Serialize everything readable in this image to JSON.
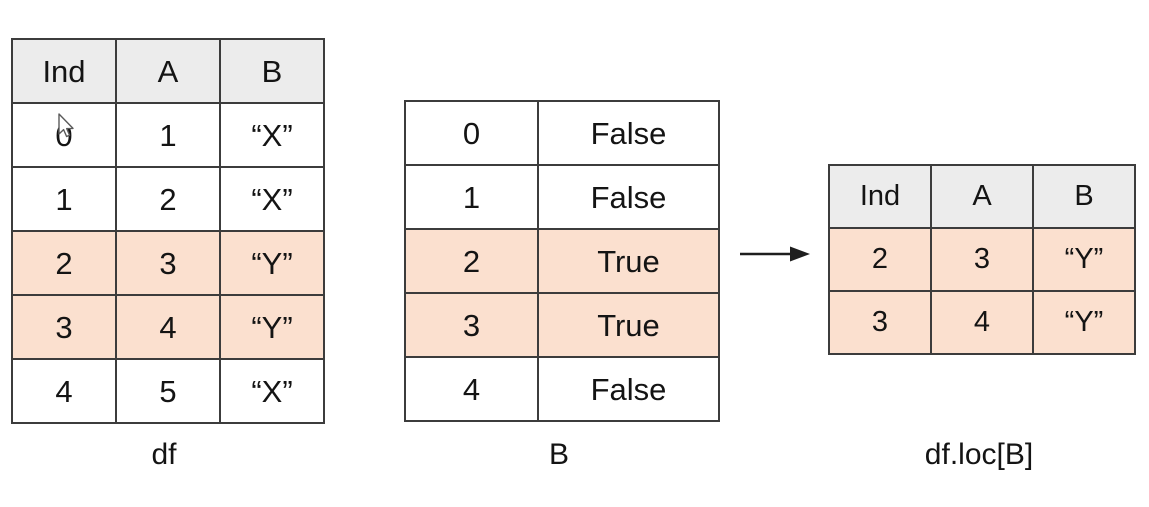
{
  "diagram": {
    "title": "pandas boolean-mask row selection diagram",
    "colors": {
      "header_background": "#ececec",
      "highlight_row": "#fbe0cf",
      "border": "#3c3c3c",
      "text": "#141414",
      "page_background": "#ffffff"
    },
    "arrow": {
      "name": "right-arrow",
      "direction": "right"
    },
    "cursor": {
      "name": "mouse-pointer",
      "over_cell": "df row 0, column Ind"
    }
  },
  "tables": {
    "df": {
      "caption": "df",
      "has_header": true,
      "headers": [
        "Ind",
        "A",
        "B"
      ],
      "rows": [
        {
          "cells": [
            "0",
            "1",
            "“X”"
          ],
          "highlighted": false
        },
        {
          "cells": [
            "1",
            "2",
            "“X”"
          ],
          "highlighted": false
        },
        {
          "cells": [
            "2",
            "3",
            "“Y”"
          ],
          "highlighted": true
        },
        {
          "cells": [
            "3",
            "4",
            "“Y”"
          ],
          "highlighted": true
        },
        {
          "cells": [
            "4",
            "5",
            "“X”"
          ],
          "highlighted": false
        }
      ]
    },
    "mask": {
      "caption": "B",
      "has_header": false,
      "headers": [],
      "rows": [
        {
          "cells": [
            "0",
            "False"
          ],
          "highlighted": false
        },
        {
          "cells": [
            "1",
            "False"
          ],
          "highlighted": false
        },
        {
          "cells": [
            "2",
            "True"
          ],
          "highlighted": true
        },
        {
          "cells": [
            "3",
            "True"
          ],
          "highlighted": true
        },
        {
          "cells": [
            "4",
            "False"
          ],
          "highlighted": false
        }
      ]
    },
    "result": {
      "caption": "df.loc[B]",
      "has_header": true,
      "headers": [
        "Ind",
        "A",
        "B"
      ],
      "rows": [
        {
          "cells": [
            "2",
            "3",
            "“Y”"
          ],
          "highlighted": true
        },
        {
          "cells": [
            "3",
            "4",
            "“Y”"
          ],
          "highlighted": true
        }
      ]
    }
  }
}
